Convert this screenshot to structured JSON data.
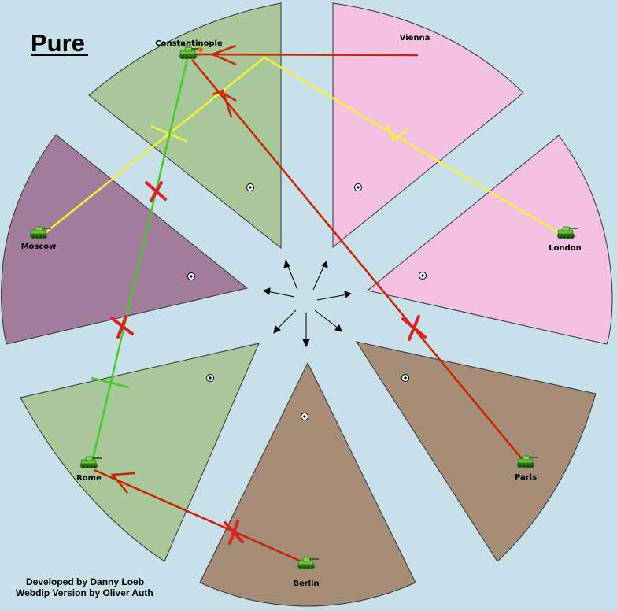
{
  "map": {
    "title": "Pure",
    "credits": {
      "line1": "Developed by Danny Loeb",
      "line2": "Webdip Version by Oliver Auth"
    },
    "colors": {
      "sea": "#c7e0ea",
      "turkey": "#a8c79a",
      "italy": "#a8c79a",
      "russia": "#a17d9b",
      "austria": "#f3c2e2",
      "england": "#f3c2e2",
      "germany": "#a68d78",
      "france": "#a68d78",
      "move_success": "#cc2200",
      "support": "#f5f23a",
      "support_green": "#44cc22",
      "failed_x": "#dd2222"
    }
  },
  "territories": [
    {
      "id": "constantinople",
      "name": "Constantinople",
      "owner": "Turkey",
      "has_unit": true
    },
    {
      "id": "vienna",
      "name": "Vienna",
      "owner": "Austria",
      "has_unit": false
    },
    {
      "id": "london",
      "name": "London",
      "owner": "England",
      "has_unit": true
    },
    {
      "id": "paris",
      "name": "Paris",
      "owner": "France",
      "has_unit": true
    },
    {
      "id": "berlin",
      "name": "Berlin",
      "owner": "Germany",
      "has_unit": true
    },
    {
      "id": "rome",
      "name": "Rome",
      "owner": "Italy",
      "has_unit": true
    },
    {
      "id": "moscow",
      "name": "Moscow",
      "owner": "Russia",
      "has_unit": true
    }
  ],
  "orders": [
    {
      "from": "Vienna",
      "to": "Constantinople",
      "type": "move",
      "result": "success"
    },
    {
      "from": "Paris",
      "to": "Constantinople",
      "type": "move",
      "result": "failed"
    },
    {
      "from": "Berlin",
      "to": "Rome",
      "type": "move",
      "result": "failed"
    },
    {
      "from": "London",
      "to": "Moscow",
      "type": "support",
      "result": "success"
    },
    {
      "from": "Rome",
      "to": "Constantinople",
      "type": "support",
      "result": "failed"
    }
  ]
}
